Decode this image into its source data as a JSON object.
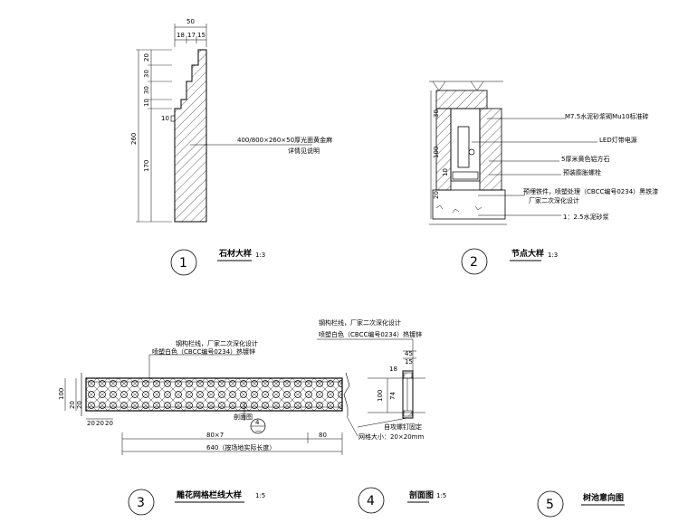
{
  "drawing_1": {
    "number": "1",
    "title": "石材大样",
    "scale": "1:3",
    "dims": {
      "overall_width": "50",
      "w1": "18",
      "w2": "17",
      "w3": "15",
      "h1": "20",
      "h2": "30",
      "h3": "30",
      "h4": "10",
      "h5": "170",
      "total_height": "260",
      "notch": "10"
    },
    "note": "400/800×260×50厚光面黄金麻",
    "note2": "详情见说明"
  },
  "drawing_2": {
    "number": "2",
    "title": "节点大样",
    "scale": "1:3",
    "dims": {
      "d1": "30",
      "d2": "100",
      "d3": "10",
      "d4": "20"
    },
    "notes": [
      "M7.5水泥砂浆砌Mu10标准砖",
      "LED灯带电源",
      "5厚米黄色铝方石",
      "预装膨胀螺栓",
      "预埋铁件，喷塑处理（CBCC编号0234）黑铁漆",
      "厂家二次深化设计",
      "1：2.5水泥砂浆"
    ]
  },
  "drawing_3": {
    "number": "3",
    "title": "雕花网格栏线大样",
    "scale": "1:5",
    "dims": {
      "height": "100",
      "h1": "20",
      "h2": "20",
      "s1": "20",
      "s2": "20",
      "s3": "20",
      "span": "80×7",
      "end": "80",
      "total": "640（按场地实际长度）"
    },
    "notes": [
      "钢构栏线，厂家二次深化设计",
      "喷塑白色（CBCC编号0234）热镀锌"
    ],
    "section_label": "剖面图",
    "section_ref": "4",
    "section_sub": "—"
  },
  "drawing_4": {
    "number": "4",
    "title": "剖面图",
    "scale": "1:5",
    "dims": {
      "d45": "45",
      "d15": "15",
      "d18": "18",
      "d100": "100",
      "d74": "74"
    },
    "notes": [
      "钢构栏线，厂家二次深化设计",
      "喷塑白色（CBCC编号0234）热镀锌",
      "自攻螺钉固定",
      "网格大小：20×20mm"
    ]
  },
  "drawing_5": {
    "number": "5",
    "title": "树池意向图"
  }
}
